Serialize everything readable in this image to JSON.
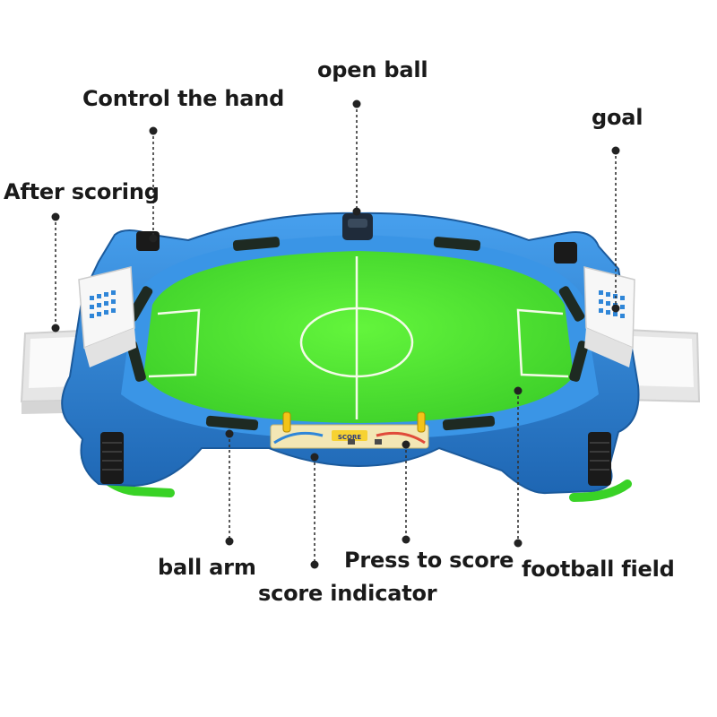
{
  "labels": {
    "open_ball": "open ball",
    "control_hand": "Control the hand",
    "goal": "goal",
    "after_scoring": "After scoring",
    "ball_arm": "ball arm",
    "press_to_score": "Press to score",
    "football_field": "football field",
    "score_indicator": "score indicator"
  },
  "scoreboard_text": "SCORE",
  "colors": {
    "frame": "#2f86d8",
    "frame_dark": "#1f62a8",
    "field": "#4fea2c",
    "line": "#f4fbe8",
    "tray": "#f2f2f2",
    "leader": "#333333"
  }
}
